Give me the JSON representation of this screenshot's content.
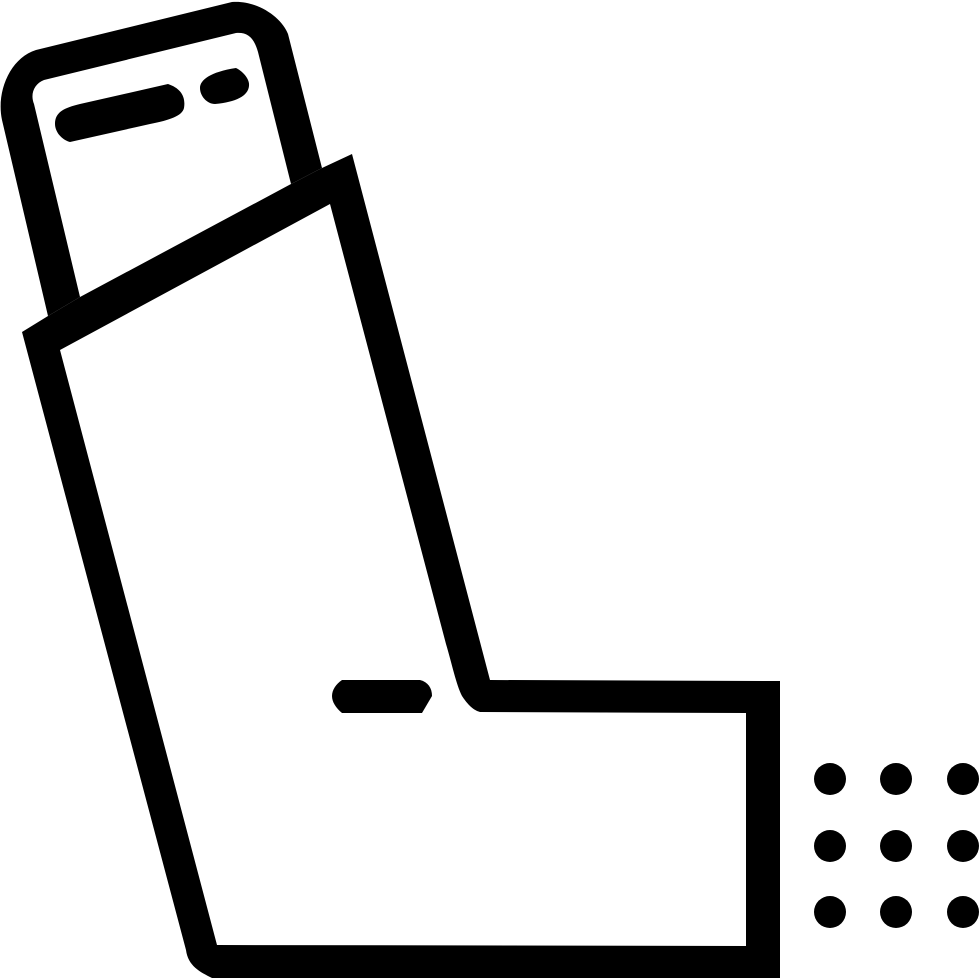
{
  "icon": {
    "name": "inhaler-icon",
    "label": "Inhaler",
    "stroke_color": "#000000",
    "background_color": "#ffffff"
  },
  "spray_dots": {
    "columns_x": [
      830,
      896,
      963
    ],
    "rows_y": [
      779,
      846,
      912
    ],
    "radius": 16
  }
}
